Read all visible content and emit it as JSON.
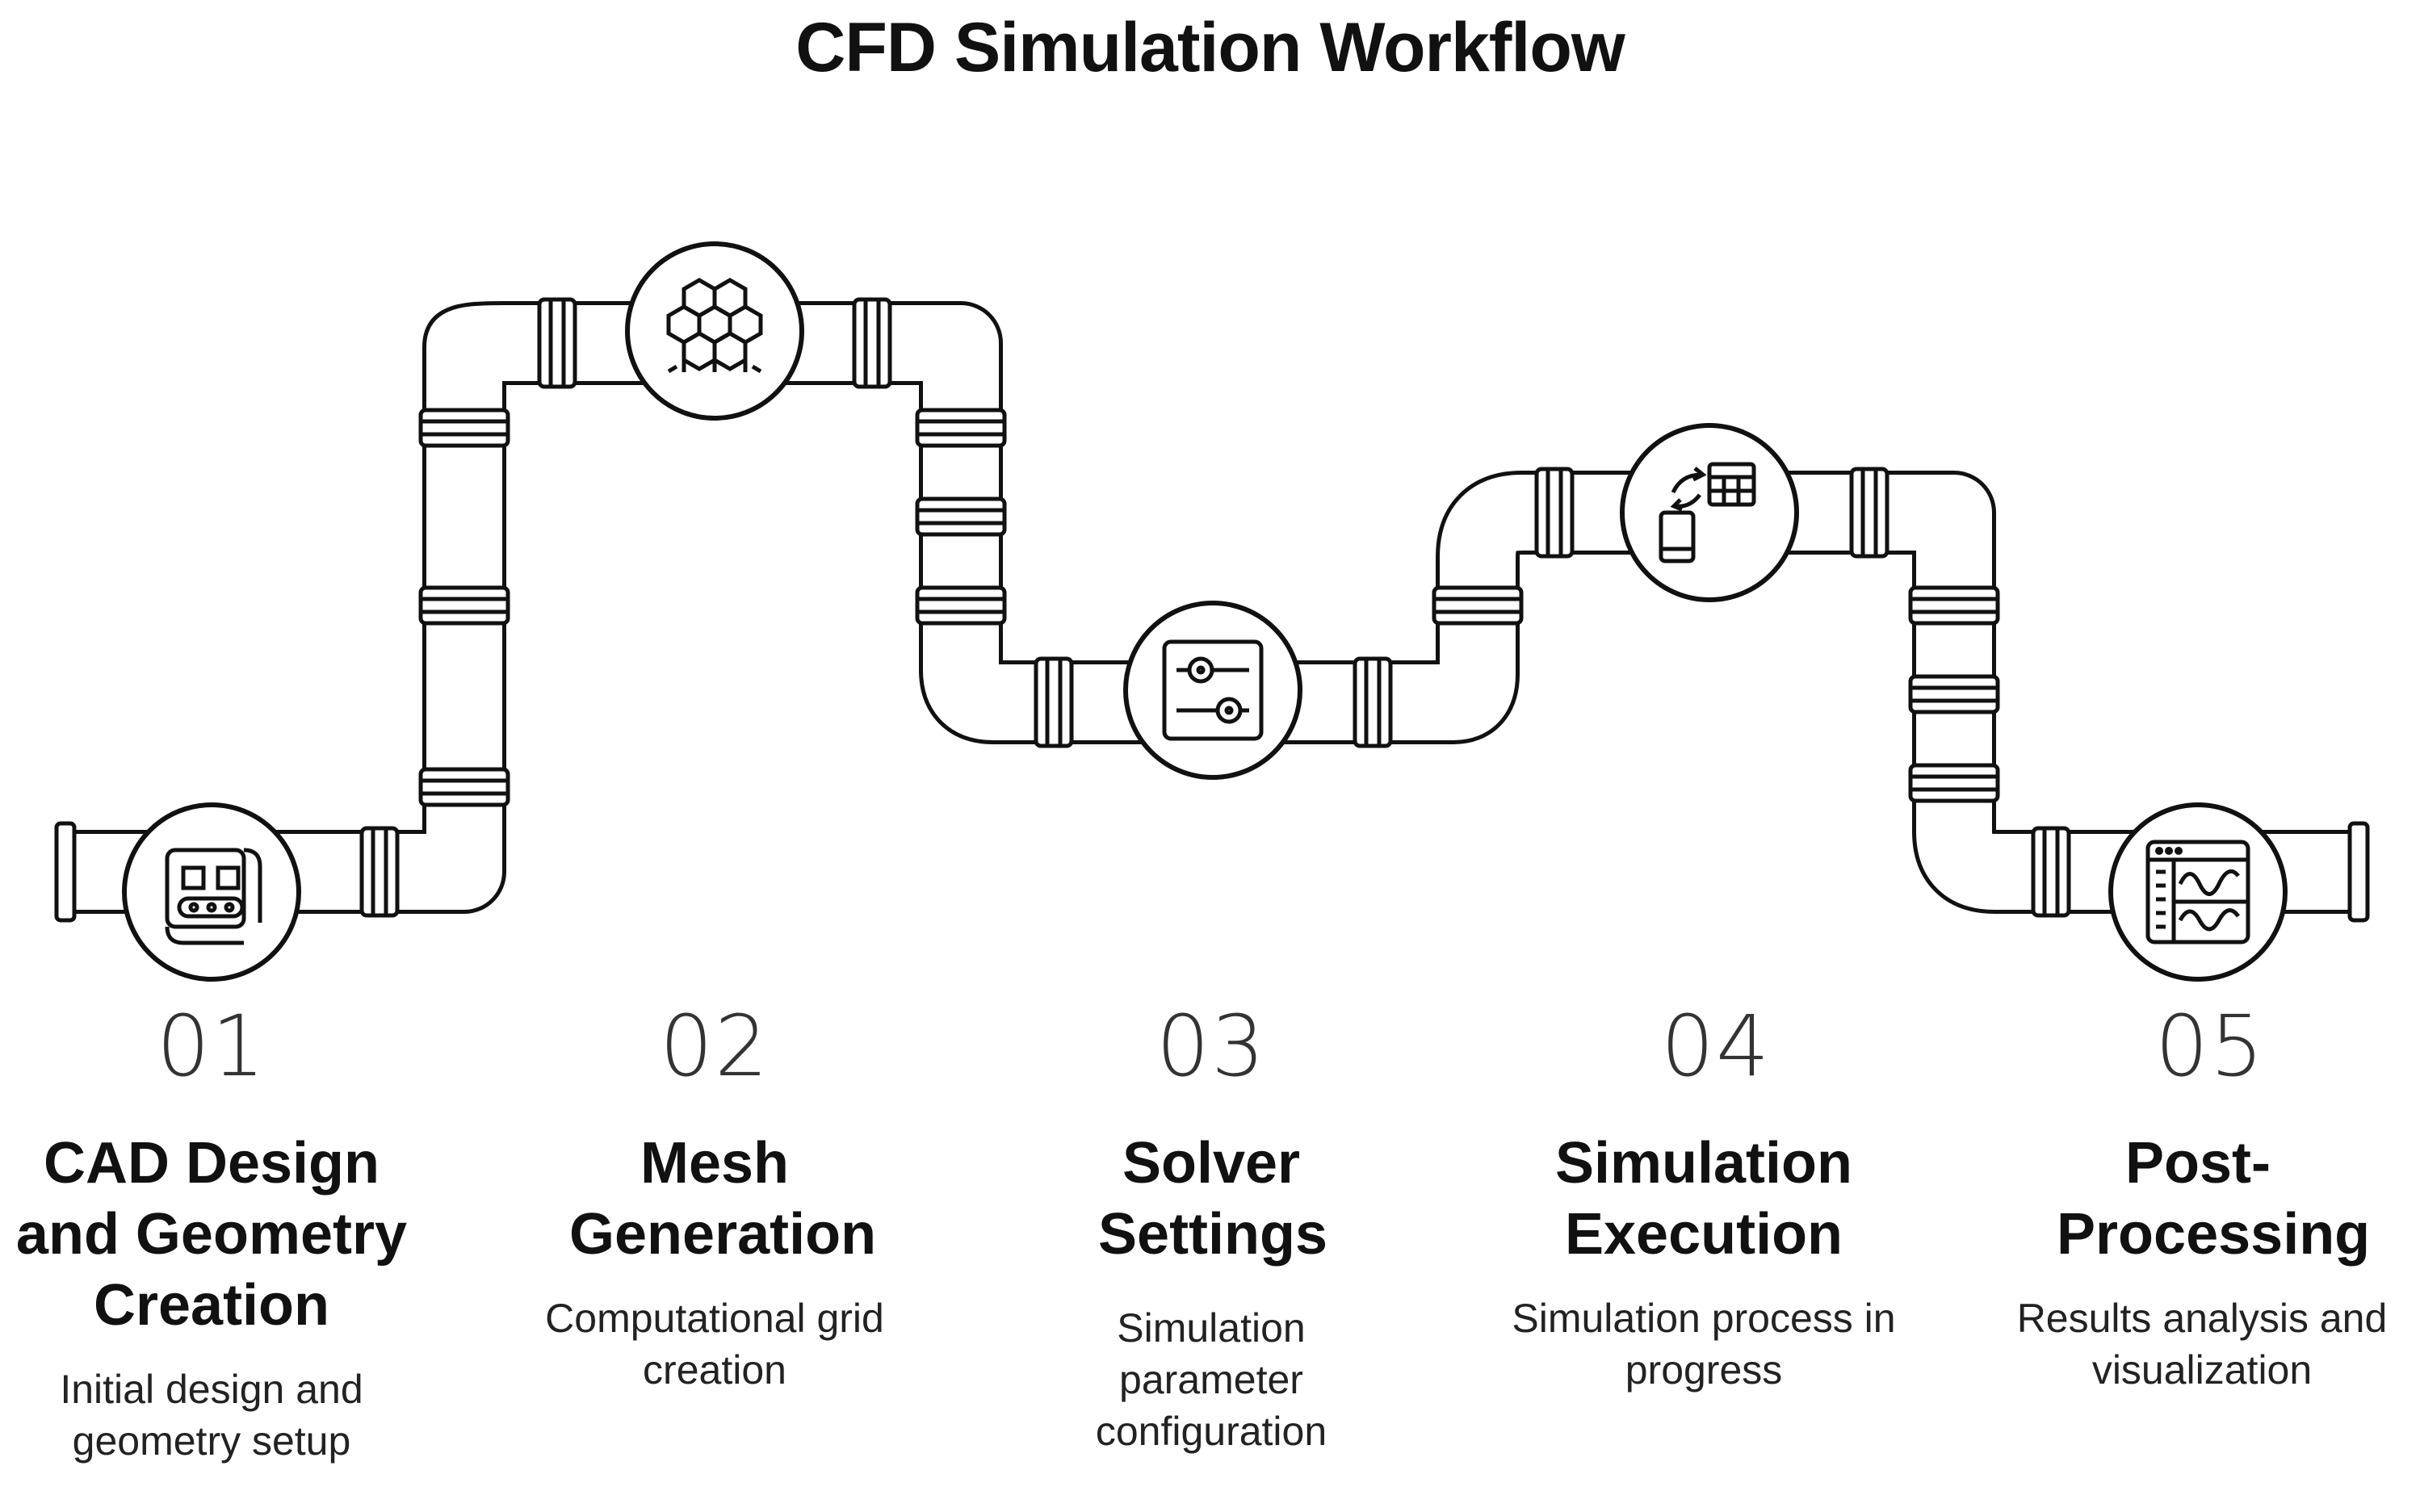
{
  "title": "CFD Simulation Workflow",
  "steps": [
    {
      "number": "01",
      "heading": "CAD Design and Geometry Creation",
      "description": "Initial design and geometry setup",
      "icon": "cad-design-icon"
    },
    {
      "number": "02",
      "heading": "Mesh Generation",
      "description": "Computational grid creation",
      "icon": "mesh-hexagon-icon"
    },
    {
      "number": "03",
      "heading": "Solver Settings",
      "description": "Simulation parameter configuration",
      "icon": "sliders-settings-icon"
    },
    {
      "number": "04",
      "heading": "Simulation Execution",
      "description": "Simulation process in progress",
      "icon": "execution-process-icon"
    },
    {
      "number": "05",
      "heading": "Post-Processing",
      "description": "Results analysis and visualization",
      "icon": "results-chart-icon"
    }
  ]
}
